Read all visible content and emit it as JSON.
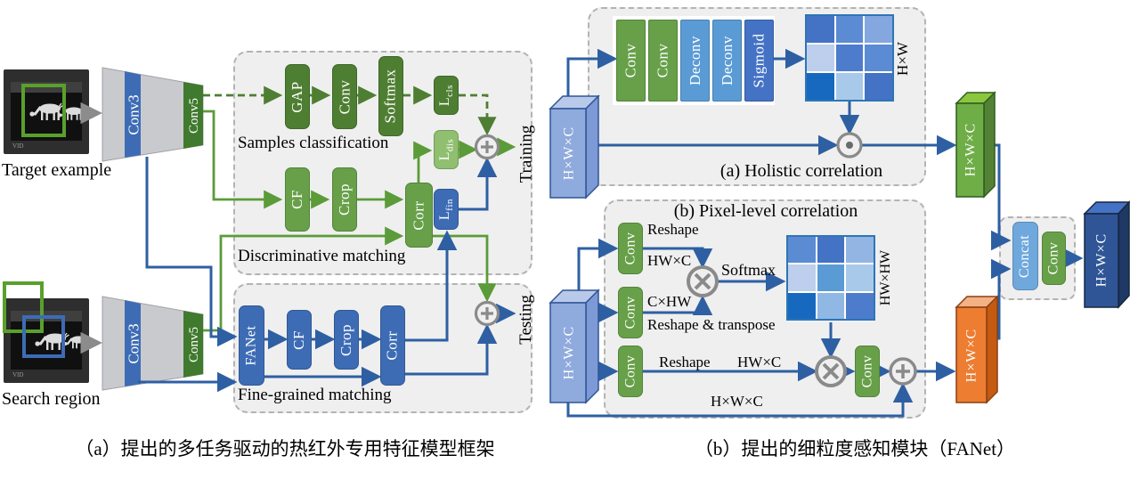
{
  "colors": {
    "dark_green_box": "#4e7e32",
    "green_box": "#67a049",
    "light_green_box": "#8fbf6f",
    "blue_box": "#3d6cb5",
    "deconv_blue": "#5b9bd5",
    "sigmoid_blue": "#4472c4",
    "concat_blue": "#6fa8dc",
    "arrow_blue": "#2e5fa3",
    "arrow_green": "#5b9b39",
    "panel_bg": "#efefef",
    "input_tensor": "#8faadc",
    "green_tensor": "#6fad47",
    "orange_tensor": "#ed7d31",
    "dark_blue_tensor": "#2f5597"
  },
  "left": {
    "target_label": "Target example",
    "search_label": "Search region",
    "watermark": "VID",
    "backbone": {
      "conv3": "Conv3",
      "conv5": "Conv5"
    },
    "samples": {
      "title": "Samples classification",
      "gap": "GAP",
      "conv": "Conv",
      "softmax": "Softmax",
      "lcls": {
        "main": "L",
        "sub": "cls"
      }
    },
    "discriminative": {
      "title": "Discriminative matching",
      "cf": "CF",
      "crop": "Crop",
      "corr": "Corr",
      "ldis": {
        "main": "L",
        "sub": "dis"
      },
      "lfin": {
        "main": "L",
        "sub": "fin"
      }
    },
    "fine": {
      "title": "Fine-grained matching",
      "fanet": "FANet",
      "cf": "CF",
      "crop": "Crop",
      "corr": "Corr"
    },
    "training_label": "Training",
    "testing_label": "Testing",
    "caption": "（a）提出的多任务驱动的热红外专用特征模型框架"
  },
  "fanet": {
    "holistic": {
      "title": "(a) Holistic correlation",
      "input_tensor": "H×W×C",
      "layers": [
        "Conv",
        "Conv",
        "Deconv",
        "Deconv",
        "Sigmoid"
      ],
      "map_label": "H×W",
      "grid": [
        "#4472c4",
        "#5b8bd3",
        "#84a7e0",
        "#bdcfec",
        "#4d7ccc",
        "#5b8bd3",
        "#1769c0",
        "#a9c9ea",
        "#4472c4"
      ],
      "output_tensor": "H×W×C"
    },
    "pixel": {
      "title": "(b) Pixel-level correlation",
      "input_tensor": "H×W×C",
      "conv1": "Conv",
      "conv2": "Conv",
      "conv3": "Conv",
      "conv4": "Conv",
      "reshape1": "Reshape",
      "dim1": "HW×C",
      "softmax": "Softmax",
      "dim2": "C×HW",
      "reshape2": "Reshape & transpose",
      "reshape3": "Reshape",
      "dim3": "HW×C",
      "bypass_dim": "H×W×C",
      "map_label": "HW×HW",
      "grid": [
        "#5b8bd3",
        "#4472c4",
        "#93b5e3",
        "#bdcfec",
        "#5b9bd5",
        "#a9c9ea",
        "#1769c0",
        "#8fb9e4",
        "#4d7ccc"
      ],
      "output_tensor": "H×W×C"
    },
    "fusion": {
      "concat": "Concat",
      "conv": "Conv",
      "output_tensor": "H×W×C"
    },
    "caption": "（b）提出的细粒度感知模块（FANet）"
  }
}
